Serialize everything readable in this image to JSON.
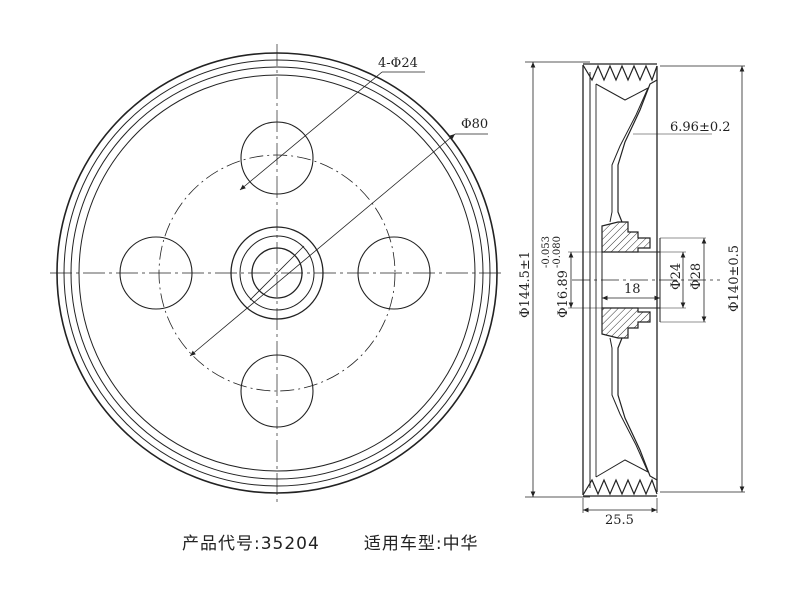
{
  "front_view": {
    "hole_callout": "4-Φ24",
    "bolt_circle": "Φ80"
  },
  "section_view": {
    "outer_diameter": "Φ144.5±1",
    "bore": "Φ16.89",
    "bore_tol_upper": "-0.053",
    "bore_tol_lower": "-0.080",
    "hub_length": "18",
    "hub_inner": "Φ24",
    "hub_outer": "Φ28",
    "groove_diameter": "Φ140±0.5",
    "web_offset": "6.96±0.2",
    "width": "25.5"
  },
  "caption": {
    "product_code_label": "产品代号:",
    "product_code": "35204",
    "vehicle_label": "适用车型:",
    "vehicle": "中华"
  }
}
